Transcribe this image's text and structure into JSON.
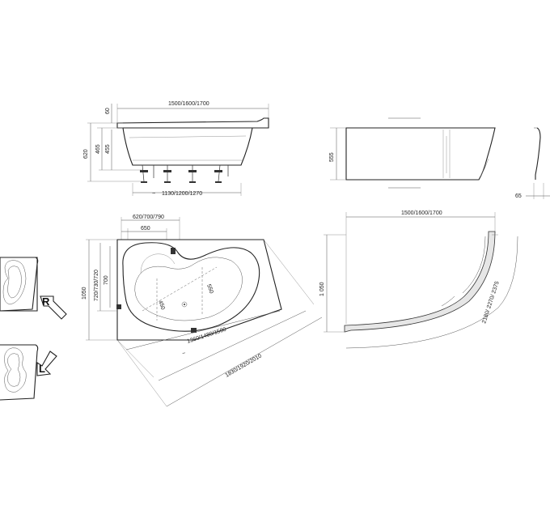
{
  "side_view": {
    "length_label": "1500/1600/1700",
    "rim_label": "60",
    "height_label": "620",
    "leg_label_a": "465",
    "leg_label_b": "455",
    "base_label": "1130/1200/1270"
  },
  "panel_view": {
    "height_label": "555",
    "thickness_label": "65"
  },
  "plan_view": {
    "top_width_label": "620/700/790",
    "inner_width_label": "650",
    "depth_label": "1050",
    "inner_depth_a": "720/730/720",
    "inner_depth_b": "700",
    "basin_a": "550",
    "basin_b": "450",
    "diag_inner": "1360/1480/1580",
    "diag_outer": "1830/1920/2010"
  },
  "panel_plan": {
    "width_label": "1500/1600/1700",
    "depth_label": "1 050",
    "arc_label": "2180/ 2270/ 2375"
  },
  "orientation": {
    "right_label": "R",
    "left_label": "L"
  }
}
